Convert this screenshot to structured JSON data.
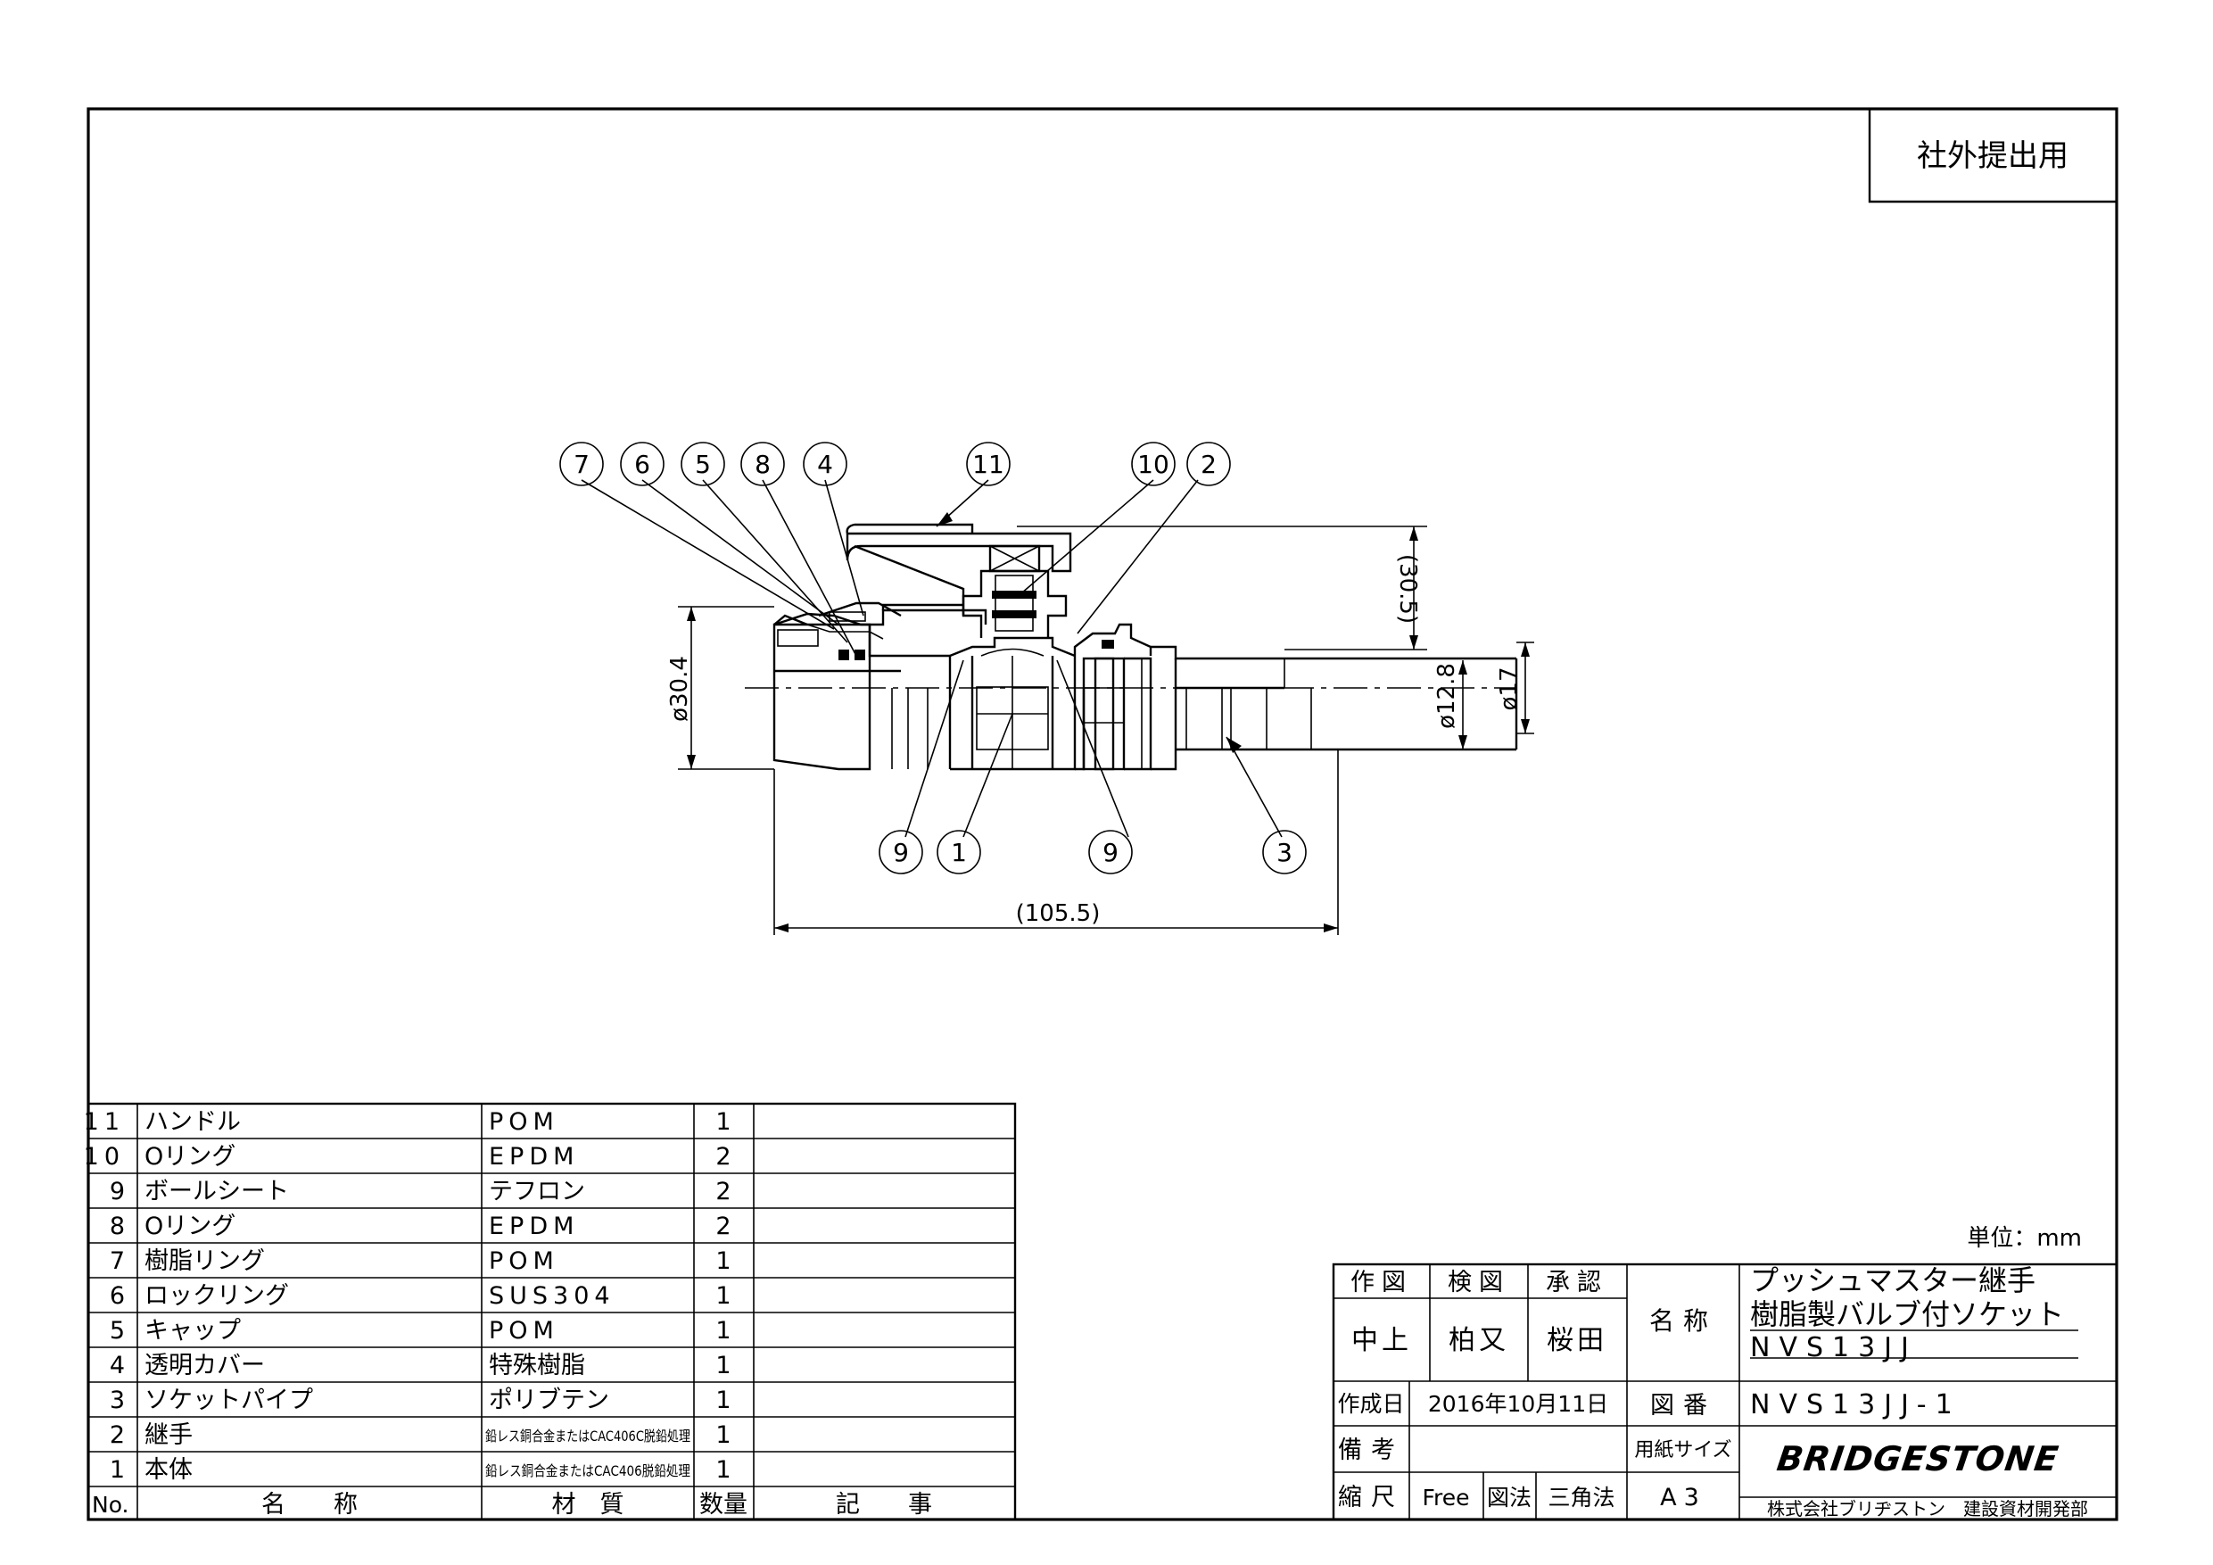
{
  "stamp": "社外提出用",
  "unit_label": "単位：mm",
  "balloons": [
    "7",
    "6",
    "5",
    "8",
    "4",
    "11",
    "10",
    "2",
    "9",
    "1",
    "9",
    "3"
  ],
  "dimensions": {
    "height_30_5": "(30.5)",
    "dia_30_4": "ø30.4",
    "dia_12_8": "ø12.8",
    "dia_17": "ø17",
    "length_105_5": "(105.5)"
  },
  "parts_table": {
    "headers": {
      "no": "No.",
      "name": "名　　称",
      "material": "材　質",
      "qty": "数量",
      "note": "記　　事"
    },
    "rows": [
      {
        "no": "11",
        "name": "ハンドル",
        "material": "POM",
        "qty": "1",
        "note": ""
      },
      {
        "no": "10",
        "name": "Oリング",
        "material": "EPDM",
        "qty": "2",
        "note": ""
      },
      {
        "no": "9",
        "name": "ボールシート",
        "material": "テフロン",
        "qty": "2",
        "note": ""
      },
      {
        "no": "8",
        "name": "Oリング",
        "material": "EPDM",
        "qty": "2",
        "note": ""
      },
      {
        "no": "7",
        "name": "樹脂リング",
        "material": "POM",
        "qty": "1",
        "note": ""
      },
      {
        "no": "6",
        "name": "ロックリング",
        "material": "SUS304",
        "qty": "1",
        "note": ""
      },
      {
        "no": "5",
        "name": "キャップ",
        "material": "POM",
        "qty": "1",
        "note": ""
      },
      {
        "no": "4",
        "name": "透明カバー",
        "material": "特殊樹脂",
        "qty": "1",
        "note": ""
      },
      {
        "no": "3",
        "name": "ソケットパイプ",
        "material": "ポリブテン",
        "qty": "1",
        "note": ""
      },
      {
        "no": "2",
        "name": "継手",
        "material": "鉛レス銅合金またはCAC406C脱鉛処理",
        "qty": "1",
        "note": ""
      },
      {
        "no": "1",
        "name": "本体",
        "material": "鉛レス銅合金またはCAC406脱鉛処理",
        "qty": "1",
        "note": ""
      }
    ]
  },
  "title_block": {
    "drawn_label": "作図",
    "checked_label": "検図",
    "approved_label": "承認",
    "drawn_stamp": "中上",
    "checked_stamp": "柏又",
    "approved_stamp": "桜田",
    "name_label": "名称",
    "title_line1": "プッシュマスター継手",
    "title_line2": "樹脂製バルブ付ソケット",
    "title_line3": "NVS13JJ",
    "created_label": "作成日",
    "created_date": "2016年10月11日",
    "drawing_no_label": "図番",
    "drawing_no": "NVS13JJ-1",
    "remarks_label": "備考",
    "paper_size_label": "用紙サイズ",
    "scale_label": "縮尺",
    "scale_value": "Free",
    "projection_label": "図法",
    "projection_value": "三角法",
    "paper_size_value": "A3",
    "brand_logo": "BRIDGESTONE",
    "company": "株式会社ブリヂストン　建設資材開発部"
  }
}
